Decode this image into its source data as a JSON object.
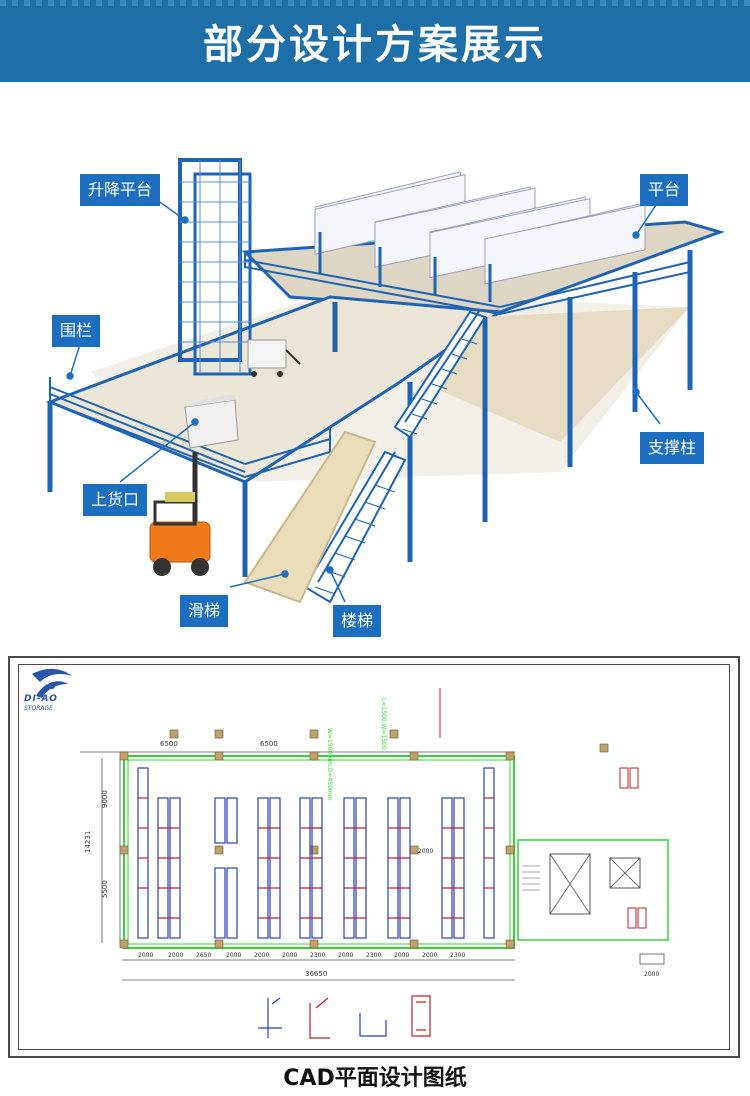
{
  "header": {
    "title": "部分设计方案展示"
  },
  "callouts": {
    "lift": "升降平台",
    "platform": "平台",
    "guardrail": "围栏",
    "column": "支撑柱",
    "loading": "上货口",
    "slide": "滑梯",
    "stairs": "楼梯"
  },
  "cad": {
    "logo_text": "DI-AO",
    "logo_sub": "STORAGE",
    "dims_top": [
      "6500",
      "6500"
    ],
    "dims_left": [
      "9000",
      "5500",
      "14231"
    ],
    "dims_bottom": [
      "2000",
      "2000",
      "2650",
      "2000",
      "2000",
      "2000",
      "2300",
      "2000",
      "2300",
      "2000",
      "2000",
      "2300"
    ],
    "dim_total": "36650",
    "note_2000": "2000",
    "note_right": "2000",
    "vertical_notes": [
      "W=1500mm,D=450mm",
      "L=1500,W=1500"
    ],
    "colors": {
      "blue": "#2b3fbf",
      "red": "#c0202a",
      "green": "#35d435",
      "tan": "#c2a06a"
    }
  },
  "caption": "CAD平面设计图纸"
}
